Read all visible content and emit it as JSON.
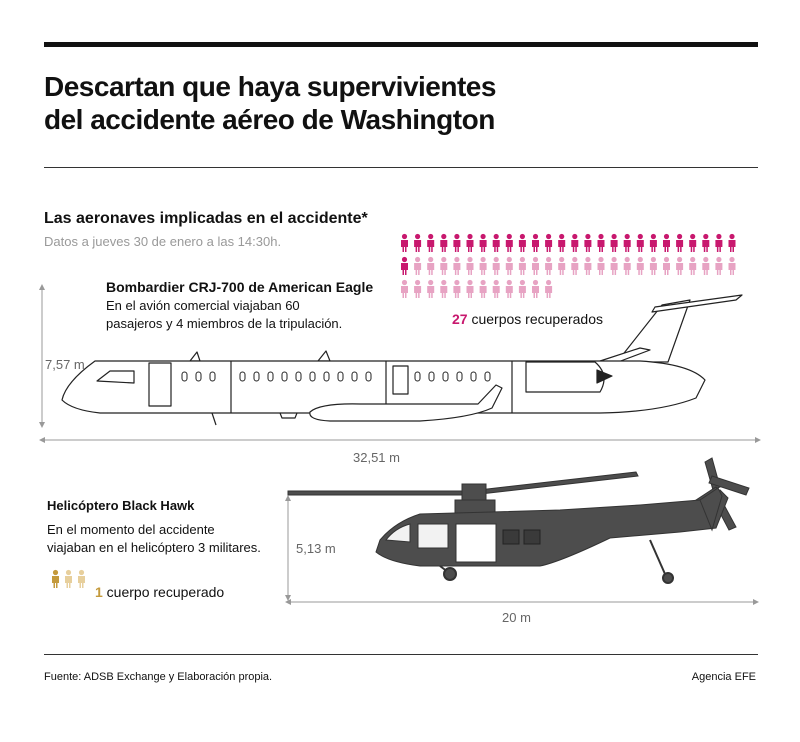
{
  "header": {
    "title_line1": "Descartan que haya supervivientes",
    "title_line2": "del accidente aéreo de Washington"
  },
  "section": {
    "subtitle": "Las aeronaves implicadas en el accidente*",
    "date_note": "Datos a jueves 30 de enero a las 14:30h."
  },
  "plane": {
    "name": "Bombardier CRJ-700 de American Eagle",
    "desc_line1": "En el avión comercial viajaban 60",
    "desc_line2": "pasajeros y 4 miembros de la tripulación.",
    "height_label": "7,57 m",
    "length_label": "32,51 m",
    "recovered_number": "27",
    "recovered_text": " cuerpos recuperados",
    "occupants_total": 64,
    "recovered_count": 27
  },
  "helicopter": {
    "name": "Helicóptero Black Hawk",
    "desc_line1": "En el momento del accidente",
    "desc_line2": "viajaban en el helicóptero 3 militares.",
    "height_label": "5,13 m",
    "length_label": "20 m",
    "recovered_number": "1",
    "recovered_text": " cuerpo recuperado",
    "occupants_total": 3,
    "recovered_count": 1
  },
  "colors": {
    "pink_dark": "#c8186e",
    "pink_light": "#e7a3c3",
    "gold_dark": "#c49a3c",
    "gold_light": "#e7cf9c",
    "heli_body": "#4d4d4d"
  },
  "footer": {
    "source": "Fuente: ADSB Exchange y Elaboración propia.",
    "agency": "Agencia EFE"
  }
}
